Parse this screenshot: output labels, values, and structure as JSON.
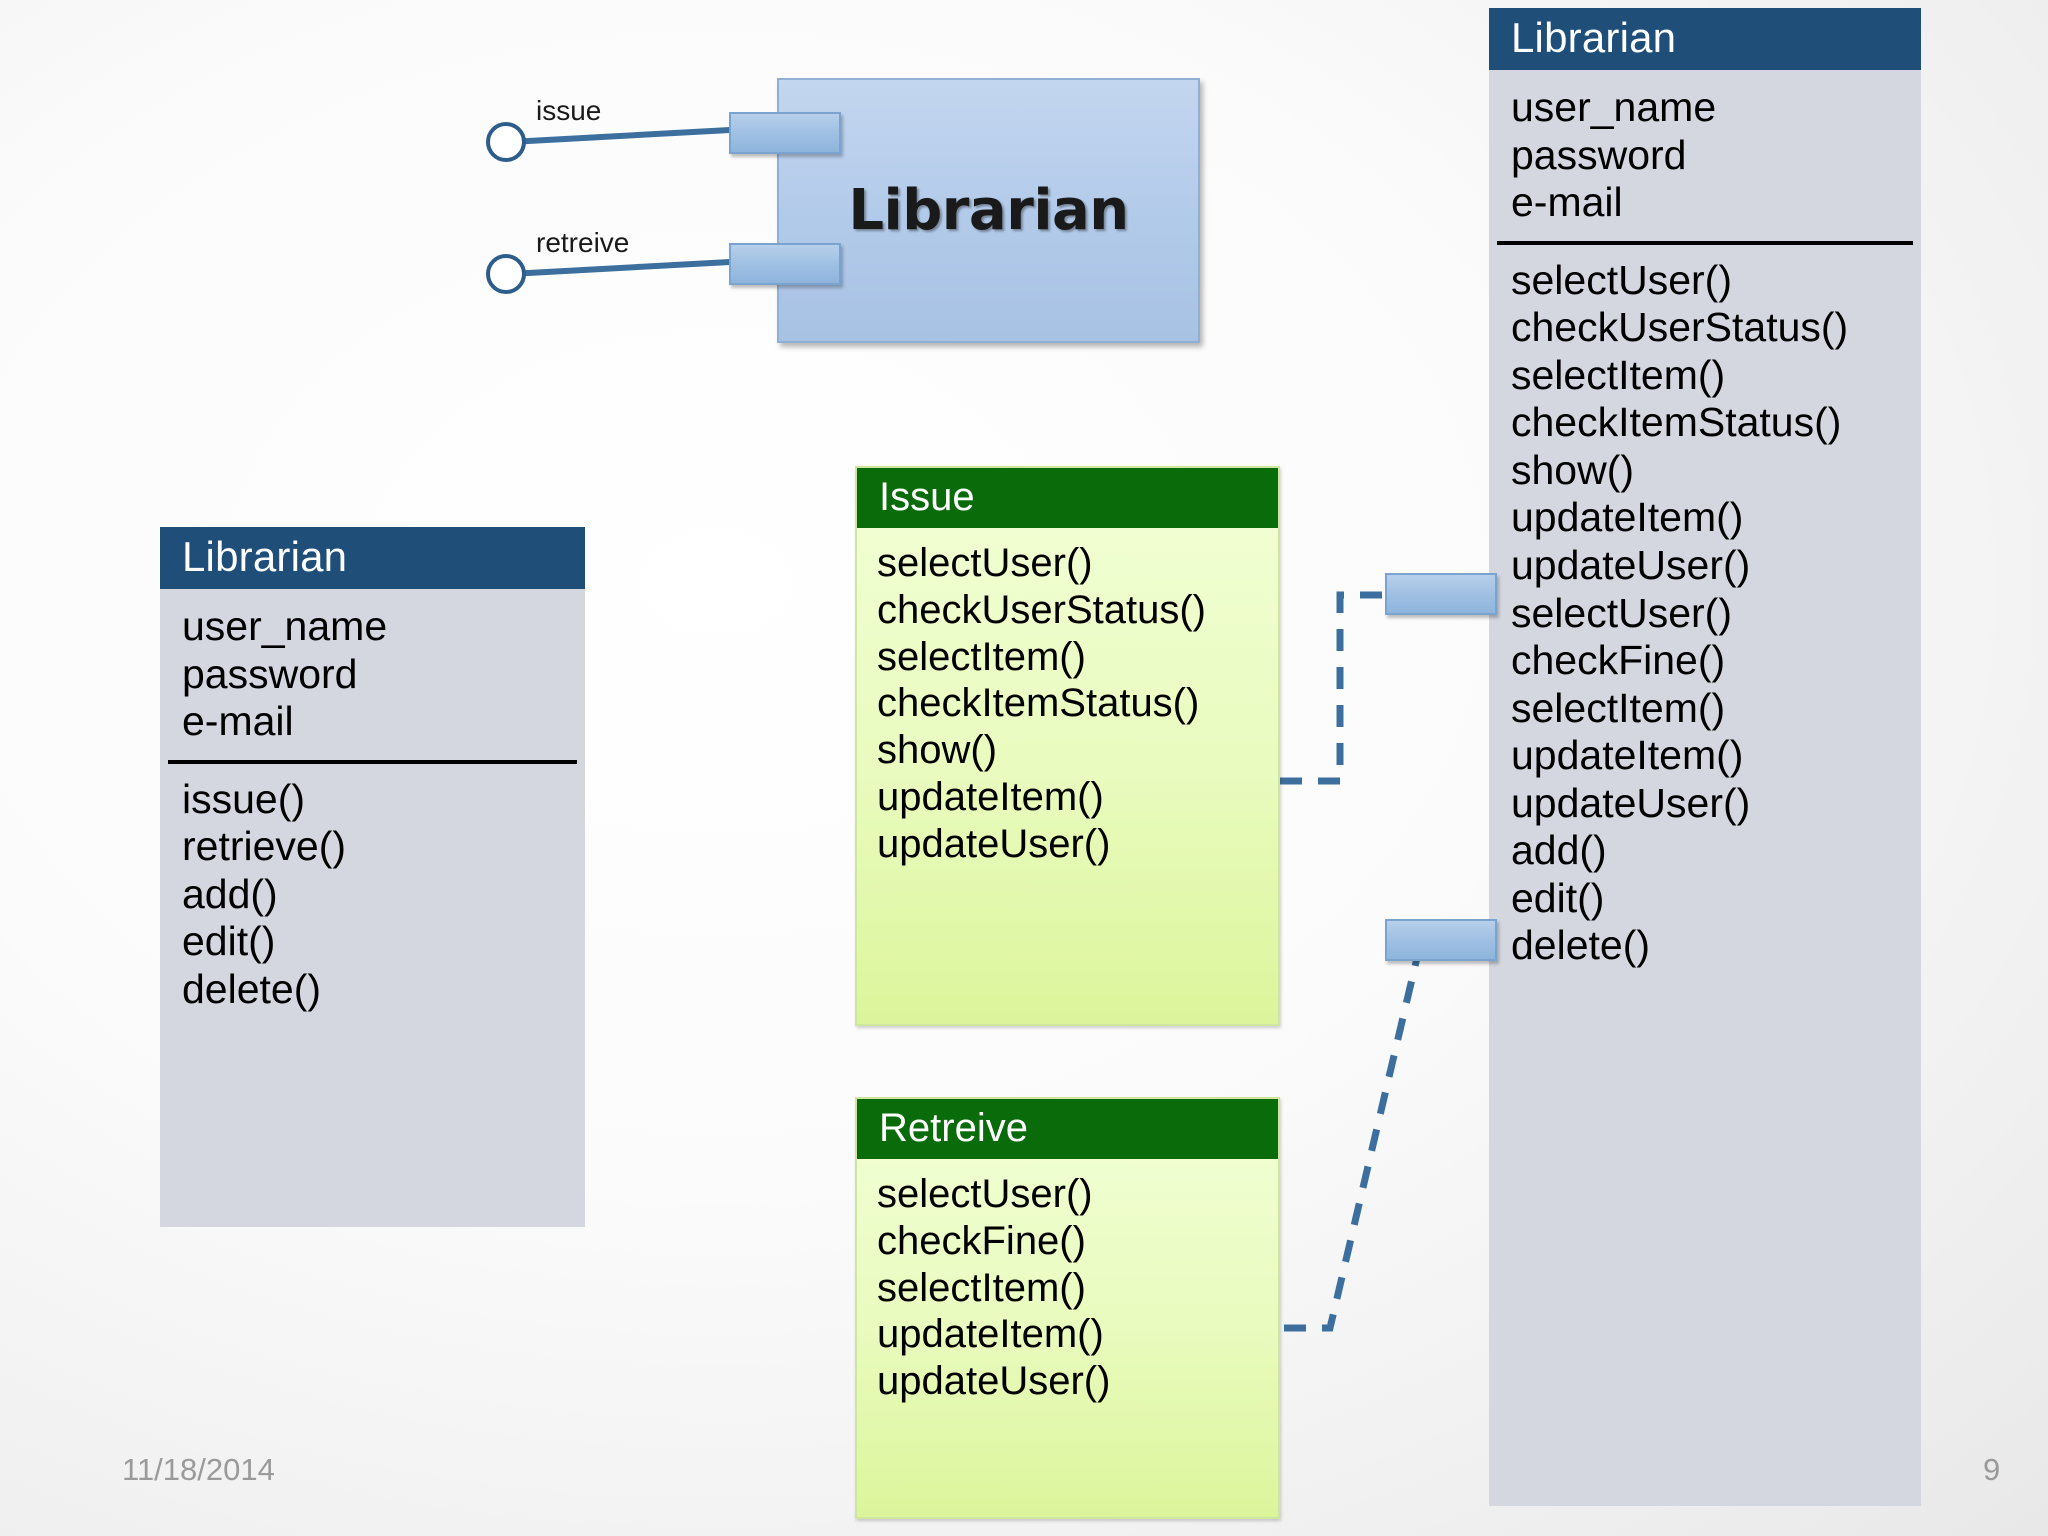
{
  "slide": {
    "date": "11/18/2014",
    "page_number": "9"
  },
  "component": {
    "label": "Librarian",
    "interfaces": [
      {
        "name": "issue"
      },
      {
        "name": "retreive"
      }
    ]
  },
  "classes": [
    {
      "id": "librarian-left",
      "title": "Librarian",
      "attributes": [
        "user_name",
        "password",
        "e-mail"
      ],
      "operations": [
        "issue()",
        "retrieve()",
        "add()",
        "edit()",
        "delete()"
      ]
    },
    {
      "id": "librarian-right",
      "title": "Librarian",
      "attributes": [
        "user_name",
        "password",
        "e-mail"
      ],
      "operations": [
        "selectUser()",
        "checkUserStatus()",
        "selectItem()",
        "checkItemStatus()",
        "show()",
        "updateItem()",
        "updateUser()",
        "selectUser()",
        "checkFine()",
        "selectItem()",
        "updateItem()",
        "updateUser()",
        "add()",
        "edit()",
        "delete()"
      ]
    }
  ],
  "green_boxes": [
    {
      "id": "issue-box",
      "title": "Issue",
      "operations": [
        "selectUser()",
        "checkUserStatus()",
        "selectItem()",
        "checkItemStatus()",
        "show()",
        "updateItem()",
        "updateUser()"
      ]
    },
    {
      "id": "retreive-box",
      "title": "Retreive",
      "operations": [
        "selectUser()",
        "checkFine()",
        "selectItem()",
        "updateItem()",
        "updateUser()"
      ]
    }
  ],
  "colors": {
    "class_header": "#1f4e79",
    "class_body": "#d5d7e0",
    "green_header": "#0a6b0a",
    "green_body": "#e9fbbe",
    "component_blue": "#b3cbea",
    "connector": "#2e5d8c"
  }
}
